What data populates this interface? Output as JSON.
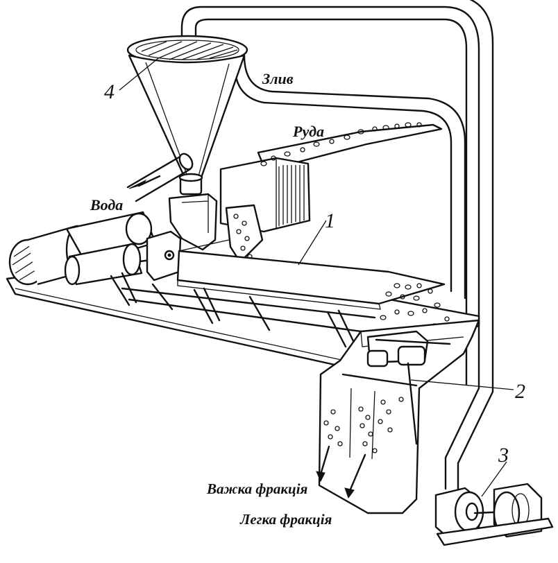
{
  "labels": {
    "overflow": "Злив",
    "ore": "Руда",
    "water": "Вода",
    "heavy_fraction": "Важка фракція",
    "light_fraction": "Легка фракція"
  },
  "numbers": {
    "n1": "1",
    "n2": "2",
    "n3": "3",
    "n4": "4"
  }
}
